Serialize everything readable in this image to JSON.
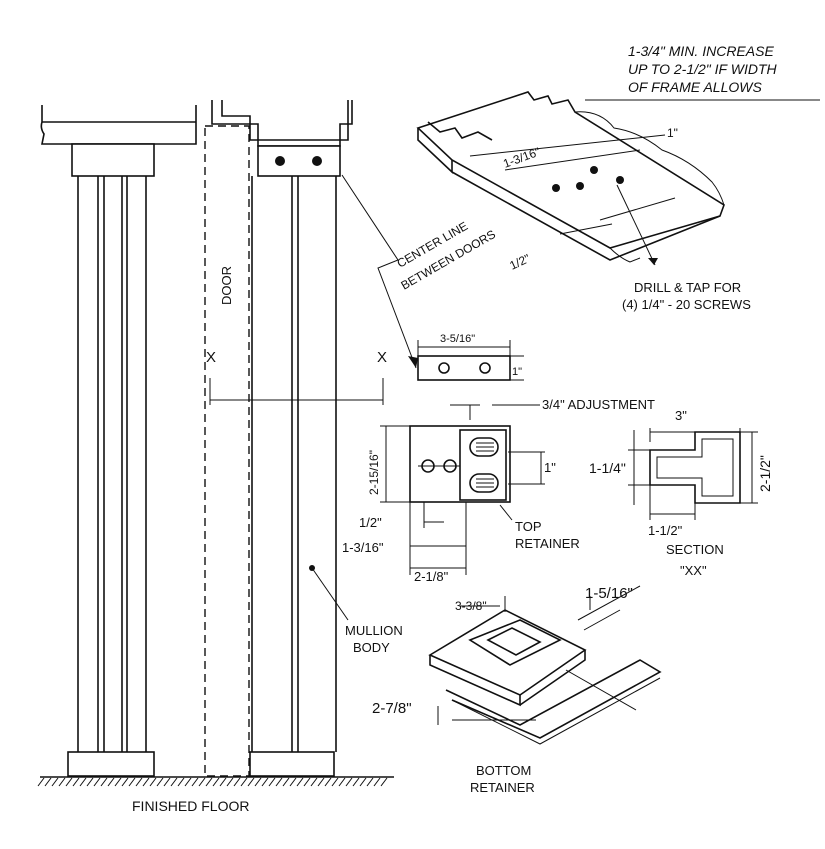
{
  "labels": {
    "frame_note_1": "1-3/4\" MIN. INCREASE",
    "frame_note_2": "UP TO 2-1/2\" IF WIDTH",
    "frame_note_3": "OF FRAME ALLOWS",
    "dim_1in_top": "1\"",
    "dim_1_3_16_top": "1-3/16\"",
    "center_line_1": "CENTER LINE",
    "center_line_2": "BETWEEN DOORS",
    "dim_1_2_top": "1/2\"",
    "drill_1": "DRILL & TAP FOR",
    "drill_2": "(4) 1/4\" - 20 SCREWS",
    "door": "DOOR",
    "x_left": "X",
    "x_right": "X",
    "dim_3_5_16": "3-5/16\"",
    "dim_1in_plate": "1\"",
    "adjustment": "3/4\" ADJUSTMENT",
    "dim_2_15_16": "2-15/16\"",
    "dim_1in_slot": "1\"",
    "dim_1_2_ret": "1/2\"",
    "dim_1_3_16_ret": "1-3/16\"",
    "dim_2_1_8": "2-1/8\"",
    "top_retainer_1": "TOP",
    "top_retainer_2": "RETAINER",
    "dim_3in": "3\"",
    "dim_1_1_4": "1-1/4\"",
    "dim_2_1_2": "2-1/2\"",
    "dim_1_1_2": "1-1/2\"",
    "section_1": "SECTION",
    "section_2": "\"XX\"",
    "mullion_1": "MULLION",
    "mullion_2": "BODY",
    "dim_3_3_8": "3-3/8\"",
    "dim_1_5_16": "1-5/16\"",
    "dim_2_7_8": "2-7/8\"",
    "bottom_retainer_1": "BOTTOM",
    "bottom_retainer_2": "RETAINER",
    "finished_floor": "FINISHED FLOOR"
  }
}
